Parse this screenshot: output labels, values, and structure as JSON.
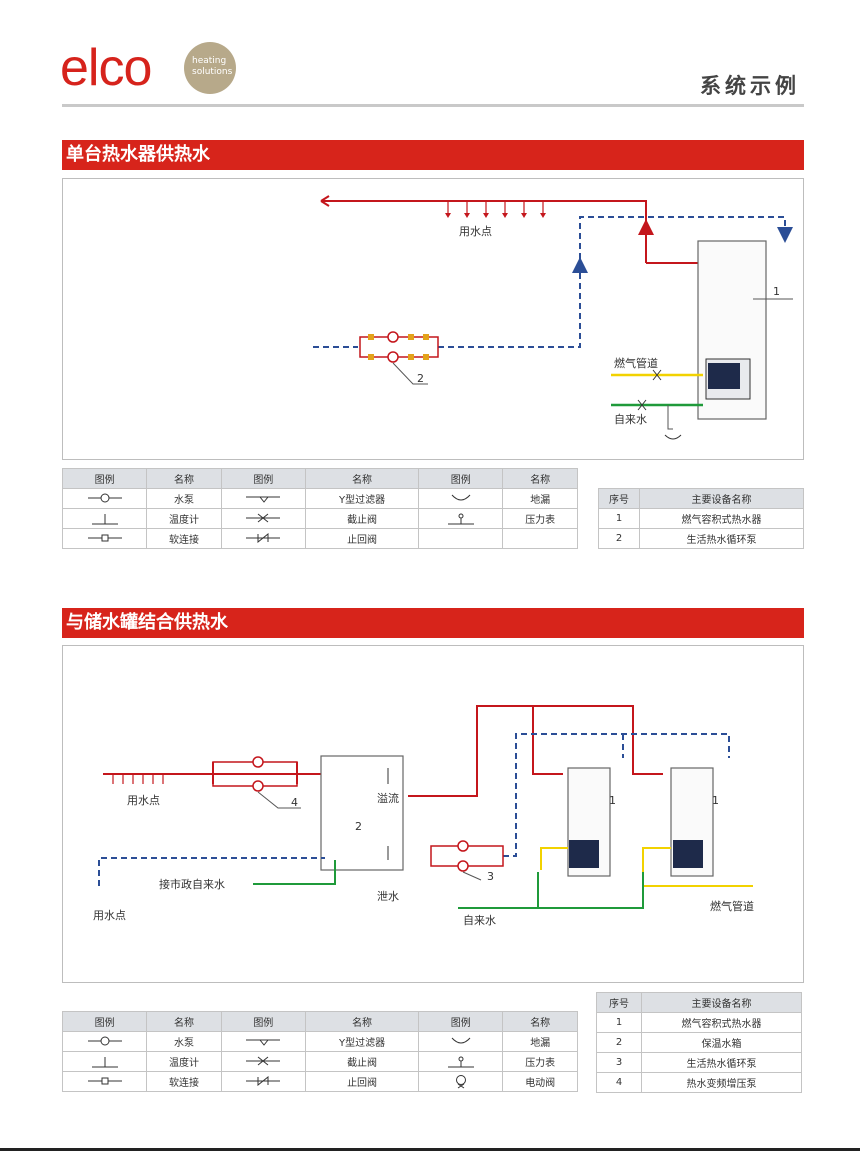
{
  "header": {
    "logo_text": "elco",
    "logo_sub_1": "heating",
    "logo_sub_2": "solutions",
    "page_tag": "系统示例"
  },
  "section1": {
    "title": "单台热水器供热水",
    "labels": {
      "use_point": "用水点",
      "gas_pipe": "燃气管道",
      "city_water": "自来水",
      "num_1": "1",
      "num_2": "2"
    },
    "legend": {
      "headers": [
        "图例",
        "名称",
        "图例",
        "名称",
        "图例",
        "名称"
      ],
      "rows": [
        [
          "水泵",
          "Y型过滤器",
          "地漏"
        ],
        [
          "温度计",
          "截止阀",
          "压力表"
        ],
        [
          "软连接",
          "止回阀",
          ""
        ]
      ]
    },
    "equipment": {
      "headers": [
        "序号",
        "主要设备名称"
      ],
      "rows": [
        [
          "1",
          "燃气容积式热水器"
        ],
        [
          "2",
          "生活热水循环泵"
        ]
      ]
    }
  },
  "section2": {
    "title": "与储水罐结合供热水",
    "labels": {
      "use_point_top": "用水点",
      "use_point_bottom": "用水点",
      "municipal_water": "接市政自来水",
      "overflow": "溢流",
      "drain": "泄水",
      "city_water": "自来水",
      "gas_pipe": "燃气管道",
      "num_1a": "1",
      "num_1b": "1",
      "num_2": "2",
      "num_3": "3",
      "num_4": "4"
    },
    "legend": {
      "headers": [
        "图例",
        "名称",
        "图例",
        "名称",
        "图例",
        "名称"
      ],
      "rows": [
        [
          "水泵",
          "Y型过滤器",
          "地漏"
        ],
        [
          "温度计",
          "截止阀",
          "压力表"
        ],
        [
          "软连接",
          "止回阀",
          "电动阀"
        ]
      ]
    },
    "equipment": {
      "headers": [
        "序号",
        "主要设备名称"
      ],
      "rows": [
        [
          "1",
          "燃气容积式热水器"
        ],
        [
          "2",
          "保温水箱"
        ],
        [
          "3",
          "生活热水循环泵"
        ],
        [
          "4",
          "热水变频增压泵"
        ]
      ]
    }
  },
  "colors": {
    "brand_red": "#d7241b",
    "hot_water": "#c4161c",
    "cold_water": "#1f9a3a",
    "return_line": "#2b4e96",
    "gas_line": "#f2d200",
    "logo_gold": "#b7a98a"
  },
  "icons": [
    "pump-icon",
    "thermometer-icon",
    "flex-joint-icon",
    "y-strainer-icon",
    "stop-valve-icon",
    "check-valve-icon",
    "floor-drain-icon",
    "pressure-gauge-icon",
    "motor-valve-icon"
  ]
}
